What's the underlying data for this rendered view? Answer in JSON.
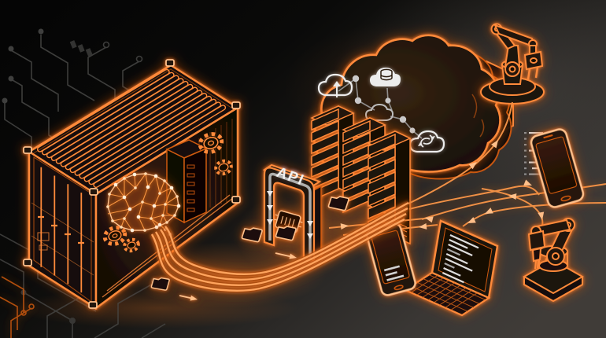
{
  "illustration": {
    "description": "Isometric neon-orange tech illustration: AI wireframe brain inside an open shipping container streams data through an API gateway arch to cloud servers, then out to robotic arms, smartphones and a laptop",
    "api_gateway": {
      "label": "API"
    },
    "colors": {
      "accent_orange": "#ff8a3a",
      "orange_bright": "#ffc08a",
      "orange_deep": "#cf5a10",
      "glow_orange": "#ff7a1e",
      "background_dark": "#060606",
      "background_light": "#413d39",
      "circuit_gray": "#474745",
      "icon_white": "#ececec",
      "node_gray": "#c9c9c9"
    },
    "components": [
      {
        "name": "circuit-traces-top-left"
      },
      {
        "name": "circuit-traces-bottom-left"
      },
      {
        "name": "shipping-container"
      },
      {
        "name": "container-doors"
      },
      {
        "name": "ai-brain"
      },
      {
        "name": "gears",
        "count": 4
      },
      {
        "name": "server-rack-inside-container"
      },
      {
        "name": "data-streams",
        "lines": 4
      },
      {
        "name": "folder-icons",
        "count": 4
      },
      {
        "name": "api-gateway-arch",
        "label": "API"
      },
      {
        "name": "memory-chip"
      },
      {
        "name": "server-towers",
        "count": 3
      },
      {
        "name": "cloud-platform"
      },
      {
        "name": "cloud-upload-icon"
      },
      {
        "name": "database-cloud-icon"
      },
      {
        "name": "cloud-outline-icon"
      },
      {
        "name": "cloud-sync-icon"
      },
      {
        "name": "network-nodes"
      },
      {
        "name": "server-box-behind-cloud"
      },
      {
        "name": "robotic-arm-top-right"
      },
      {
        "name": "smartphone-right"
      },
      {
        "name": "code-snippet-lines"
      },
      {
        "name": "laptop-with-code"
      },
      {
        "name": "robotic-arm-bottom-right"
      },
      {
        "name": "smartphone-bottom"
      },
      {
        "name": "flow-arrows"
      }
    ]
  }
}
